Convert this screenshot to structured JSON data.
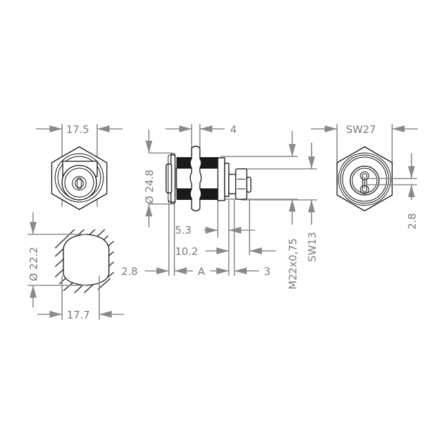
{
  "drawing": {
    "subject": "Cam lock technical dimension drawing",
    "colors": {
      "dimension_line": "#8a8a8a",
      "part_outline": "#111111",
      "label_text": "#7a7a7a",
      "background": "#ffffff"
    }
  },
  "front_view": {
    "width_label": "17.5"
  },
  "side_view": {
    "nut_thickness_label": "4",
    "flange_diameter_label": "Ø 24.8",
    "dim_5_3_label": "5.3",
    "dim_10_2_label": "10.2",
    "flange_thickness_label": "2.8",
    "body_length_label": "A",
    "dim_3_label": "3",
    "thread_label": "M22x0,75",
    "small_nut_label": "SW13"
  },
  "rear_view": {
    "nut_width_label": "SW27",
    "offset_label": "2.8"
  },
  "cutout": {
    "diameter_label": "Ø 22.2",
    "width_label": "17.7"
  }
}
